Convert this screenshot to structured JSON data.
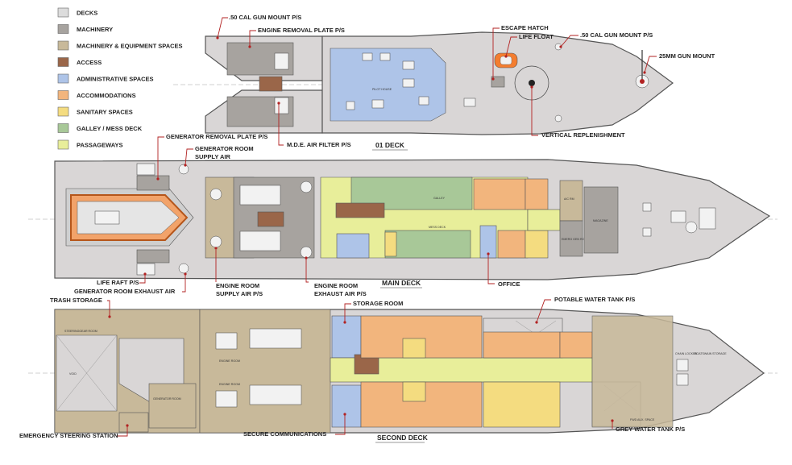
{
  "legend": [
    {
      "label": "DECKS",
      "color": "#dcdcdc"
    },
    {
      "label": "MACHINERY",
      "color": "#a7a39f"
    },
    {
      "label": "MACHINERY & EQUIPMENT SPACES",
      "color": "#c8b99a"
    },
    {
      "label": "ACCESS",
      "color": "#9a6649"
    },
    {
      "label": "ADMINISTRATIVE SPACES",
      "color": "#aec4e8"
    },
    {
      "label": "ACCOMMODATIONS",
      "color": "#f2b57d"
    },
    {
      "label": "SANITARY SPACES",
      "color": "#f4dc80"
    },
    {
      "label": "GALLEY / MESS DECK",
      "color": "#a8c898"
    },
    {
      "label": "PASSAGEWAYS",
      "color": "#e8ee9a"
    }
  ],
  "colors": {
    "deck": "#d9d6d6",
    "hull_outline": "#555555",
    "leader": "#b22222"
  },
  "decks": {
    "d01": "01 DECK",
    "main": "MAIN DECK",
    "second": "SECOND DECK"
  },
  "callouts": {
    "gun50_left": ".50 CAL GUN MOUNT P/S",
    "engine_removal": "ENGINE REMOVAL PLATE P/S",
    "escape_hatch": "ESCAPE HATCH",
    "life_float": "LIFE FLOAT",
    "gun50_right": ".50 CAL GUN MOUNT P/S",
    "gun25": "25MM GUN MOUNT",
    "mde_filter": "M.D.E. AIR FILTER P/S",
    "vert_repl": "VERTICAL REPLENISHMENT",
    "gen_removal": "GENERATOR REMOVAL PLATE P/S",
    "gen_supply_1": "GENERATOR ROOM",
    "gen_supply_2": "SUPPLY AIR",
    "life_raft": "LIFE RAFT P/S",
    "gen_exhaust": "GENERATOR ROOM EXHAUST AIR",
    "er_supply_1": "ENGINE ROOM",
    "er_supply_2": "SUPPLY AIR P/S",
    "er_exhaust_1": "ENGINE ROOM",
    "er_exhaust_2": "EXHAUST AIR P/S",
    "office": "OFFICE",
    "trash": "TRASH STORAGE",
    "storage_room": "STORAGE ROOM",
    "potable": "POTABLE WATER TANK P/S",
    "emerg_steer": "EMERGENCY STEERING STATION",
    "secure_comm": "SECURE COMMUNICATIONS",
    "grey_water": "GREY WATER TANK P/S"
  },
  "room_labels": {
    "pilot_house": "PILOT HOUSE",
    "galley": "GALLEY",
    "mess_deck": "MESS DECK",
    "magazine": "MAGAZINE",
    "ac_rm": "A/C RM",
    "emerg_gen": "EMERG GEN ROOM",
    "steering_upper": "STEERINGGEAR ROOM",
    "steering_lower": "STEERINGGEAR ROOM",
    "void": "VOID",
    "gen_room": "GENERATOR ROOM",
    "engine_room_upper": "ENGINE ROOM",
    "engine_room_lower": "ENGINE ROOM",
    "chain_locker": "CHAIN LOCKER",
    "bosun_storage": "BOATSWAIN STORAGE",
    "fwd_aux": "FWD AUX. SPACE"
  }
}
